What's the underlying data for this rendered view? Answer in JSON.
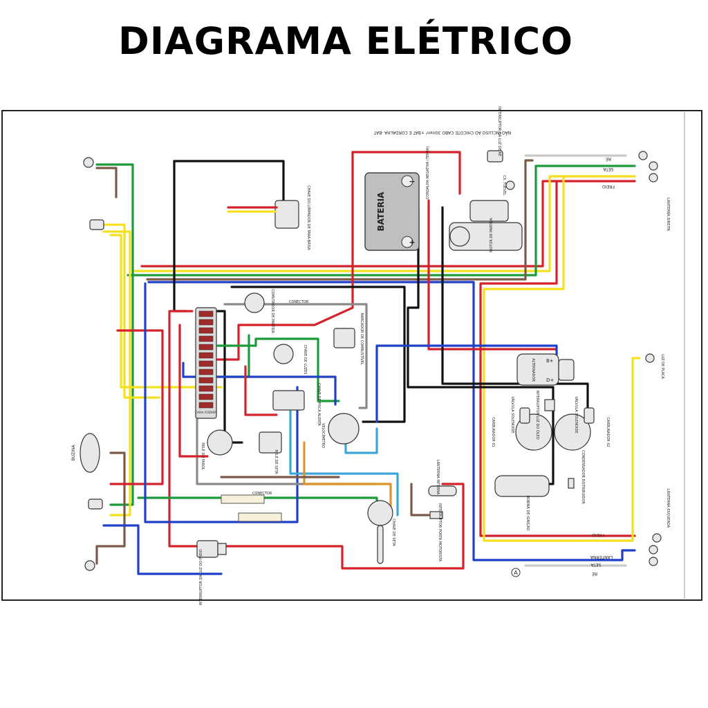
{
  "title": "DIAGRAMA ELÉTRICO",
  "labels": {
    "battery": "BATERIA",
    "battery_minus": "−",
    "battery_plus": "+",
    "ground_strap": "CORDALHA NEGATIVA (TERRA)",
    "cable_note": "NÃO INCLUSO AO CHICOTE CABO 30mm² +BAT E CORDALHA -BAT",
    "reverse_switch": "INTERRUPTOR DA LUZ DE RÉ",
    "fuel_box": "CX. FUEVEL",
    "starter_motor": "MOTOR DE PARTIDA",
    "right_lamp": "LANTERNA DIREITA",
    "wiper_switch": "CHAVE DO LIMPADOR DE PARA-BRISA",
    "start_relay": "COMUTADOR DE PARTIDA",
    "connector": "CONECTOR",
    "fuel_gauge": "MARCADOR DE COMBUSTÍVEL",
    "light_switch": "CHAVE DE LUZES",
    "hazard_switch": "CHAVE DE PISCA ALERTA",
    "speedometer": "VELOCÍMETRO",
    "fuse_box": "CAIXA FUSÍVEIS",
    "headlight_relay": "RELÉ DO FAROL",
    "turn_relay": "RELÉ DE SETA",
    "horn": "BUZINA",
    "brake_switch": "INTERRUPTOR DA LUZ DO FREIO",
    "turn_switch": "CHAVE DE SETA",
    "door_switch": "INTERRUPTOR PORTA MOTORISTA",
    "interior_light": "LANTERNA INTERNA",
    "alternator": "ALTERNADOR",
    "solenoid_valve": "VÁLVULA SOLENOIDE",
    "oil_switch": "INTERRUPTOR LUZ DO ÓLEO",
    "carb_01": "CARBURADOR 01",
    "carb_02": "CARBURADOR 02",
    "ignition_coil": "BOBINA DE IGNIÇÃO",
    "distributor": "CONDENSADOR DISTRIBUIDOR",
    "plate_light": "LUZ DE PLACA",
    "left_lamp": "LANTERNA ESQUERDA",
    "re": "RÉ",
    "seta": "SETA",
    "freio": "FREIO",
    "lanterna": "LANTERNA",
    "mark_a": "A",
    "b_plus": "B+",
    "d_plus": "D+"
  },
  "wire_colors": {
    "red": "#d4212b",
    "black": "#111111",
    "green": "#1b9a3a",
    "blue": "#1f3fc9",
    "yellow": "#f2e11c",
    "brown": "#7a5a46",
    "gray": "#8a8a8a",
    "cyan": "#3ba7d8",
    "orange": "#e0932a"
  }
}
